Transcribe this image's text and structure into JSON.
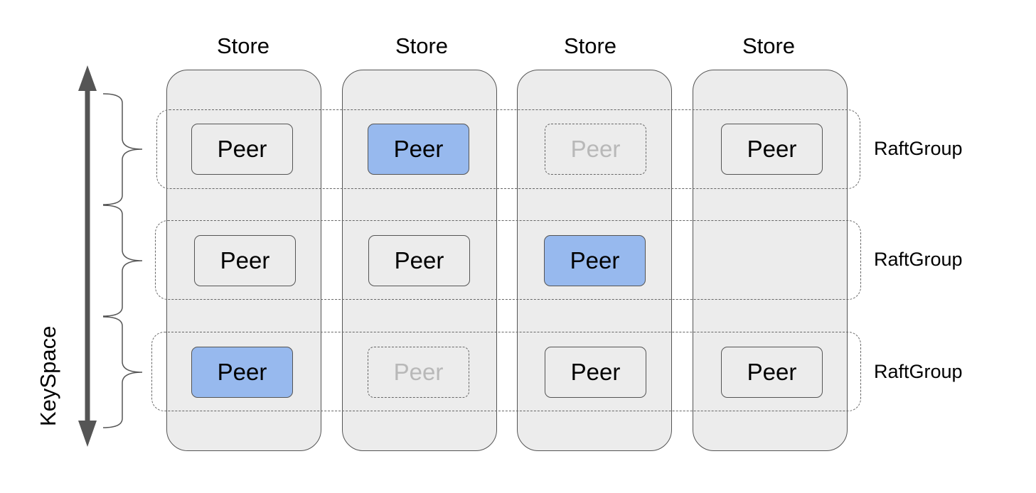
{
  "stores": [
    {
      "title": "Store"
    },
    {
      "title": "Store"
    },
    {
      "title": "Store"
    },
    {
      "title": "Store"
    }
  ],
  "raft_groups": [
    {
      "label": "RaftGroup",
      "peers": [
        {
          "label": "Peer",
          "role": "follower"
        },
        {
          "label": "Peer",
          "role": "leader"
        },
        {
          "label": "Peer",
          "role": "pending"
        },
        {
          "label": "Peer",
          "role": "follower"
        }
      ]
    },
    {
      "label": "RaftGroup",
      "peers": [
        {
          "label": "Peer",
          "role": "follower"
        },
        {
          "label": "Peer",
          "role": "follower"
        },
        {
          "label": "Peer",
          "role": "leader"
        },
        null
      ]
    },
    {
      "label": "RaftGroup",
      "peers": [
        {
          "label": "Peer",
          "role": "leader"
        },
        {
          "label": "Peer",
          "role": "pending"
        },
        {
          "label": "Peer",
          "role": "follower"
        },
        {
          "label": "Peer",
          "role": "follower"
        }
      ]
    }
  ],
  "axis": {
    "label": "KeySpace"
  },
  "colors": {
    "leader_fill": "#97b9ee",
    "store_fill": "#ececec",
    "pending_text": "#b8b8b8",
    "axis": "#555555"
  }
}
